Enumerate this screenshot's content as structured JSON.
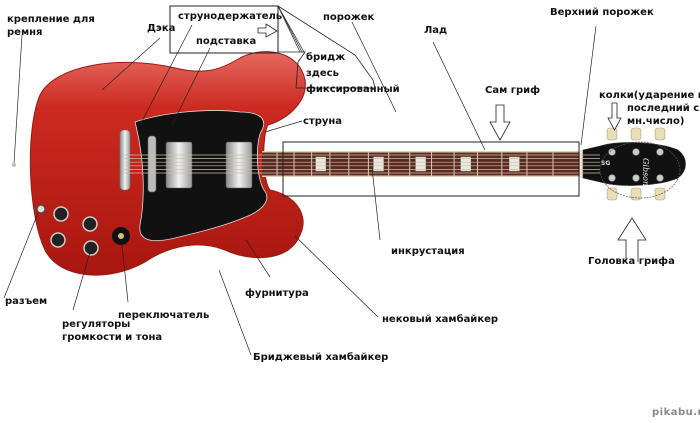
{
  "title": "Устройство электрогитары Gibson SG",
  "labels": {
    "strap_button": [
      "крепление для",
      "ремня"
    ],
    "top": "Дэка",
    "tailpiece": "струнодержатель",
    "bridge_saddle": "подставка",
    "bridge_note": [
      "бридж",
      "здесь",
      "фиксированный"
    ],
    "nut_area": "порожек",
    "fret": "Лад",
    "top_nut": "Верхний порожек",
    "neck": "Сам гриф",
    "tuners": [
      "колки(ударение на",
      "последний слог",
      "мн.число)"
    ],
    "string": "струна",
    "inlay": "инкрустация",
    "headstock": "Головка грифа",
    "hardware": "фурнитура",
    "neck_humbucker": "нековый хамбайкер",
    "bridge_humbucker": "Бриджевый хамбайкер",
    "jack": "разъем",
    "controls": [
      "регуляторы",
      "громкости и тона"
    ],
    "switch": "переключатель"
  },
  "headstock_logo": "Gibson",
  "truss_cover": "SG",
  "watermark": "pikabu.ru",
  "colors": {
    "body": "#c8221a",
    "body_light": "#e0504a",
    "pickguard": "#111111",
    "fretboard": "#5a2a22",
    "inlay": "#e8e6e0",
    "chrome": "#c8c8c8",
    "tuner_button": "#e8dfb8"
  }
}
